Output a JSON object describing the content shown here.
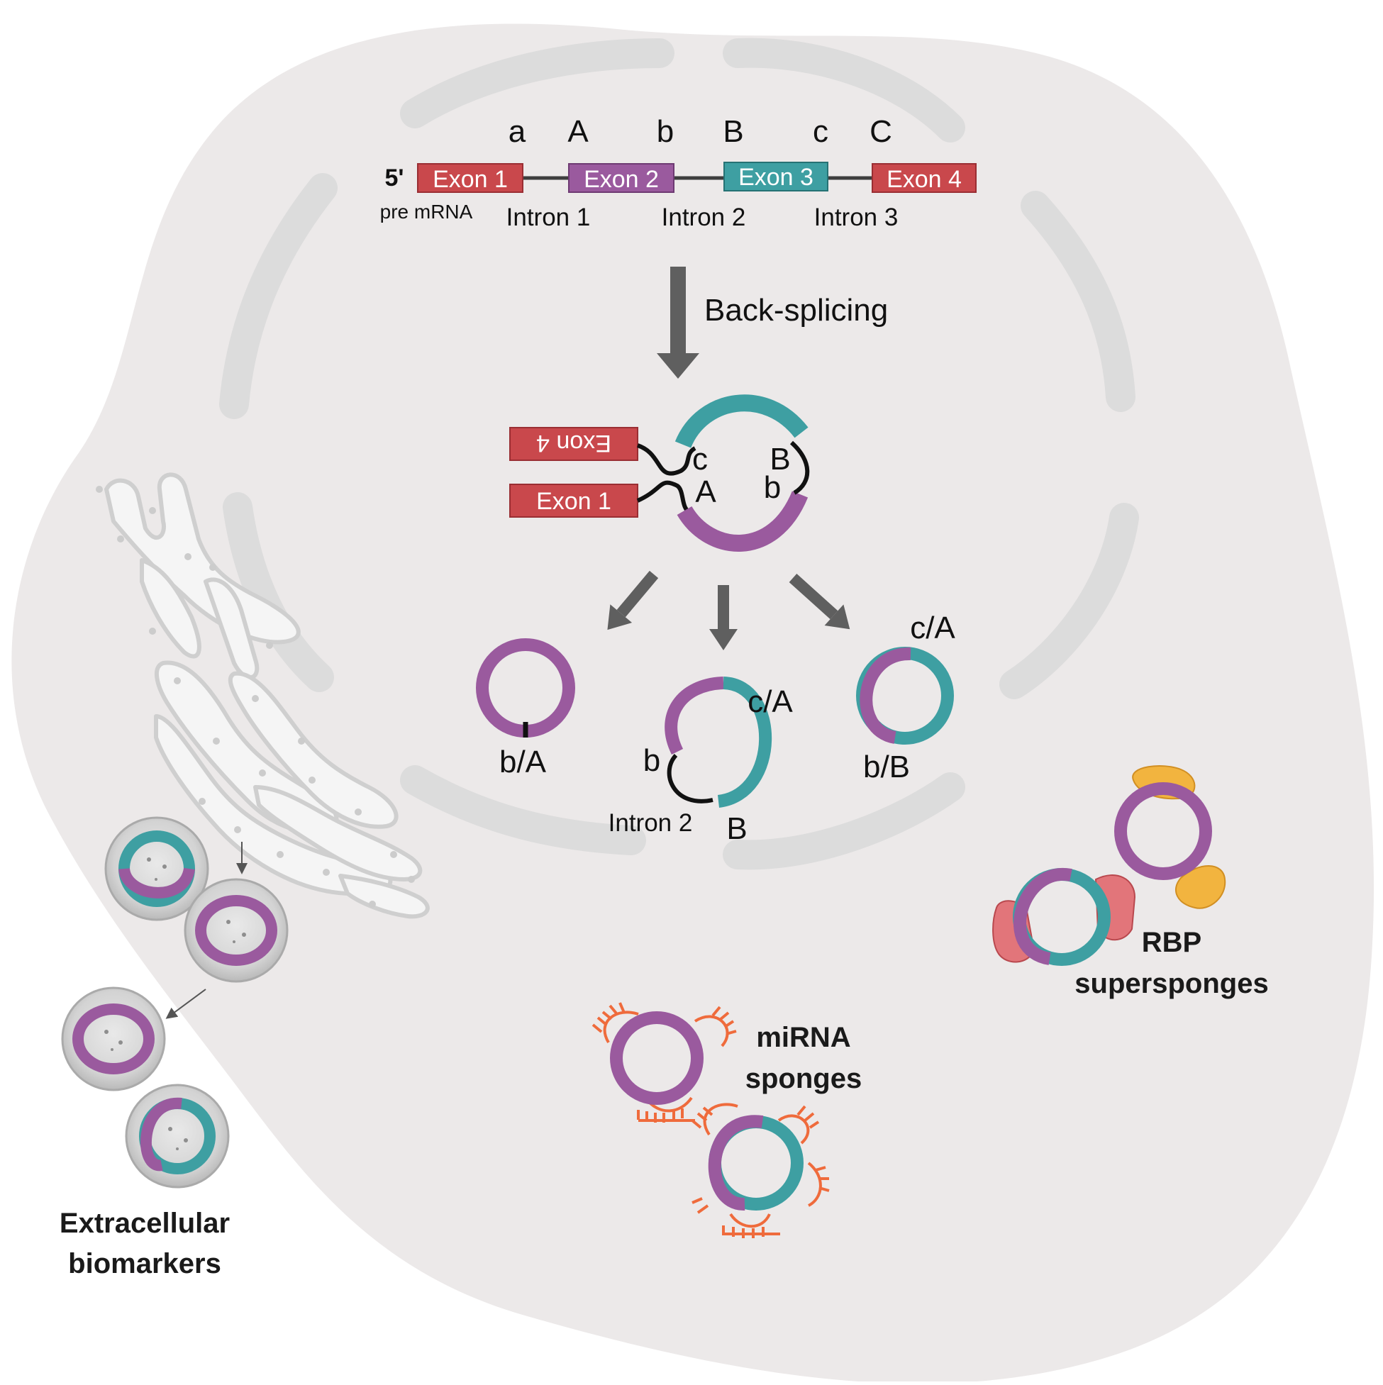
{
  "colors": {
    "cell": "#ece9e9",
    "membrane": "#dcdcdc",
    "exon_red": "#c9484c",
    "exon_purple": "#9a5a9e",
    "exon_teal": "#3e9fa2",
    "arrow": "#5f5f5f",
    "mirna": "#ef6b3c",
    "rbp_red": "#e2757a",
    "rbp_yellow": "#f2b43f"
  },
  "pre_mrna": {
    "five_prime": "5'",
    "label": "pre mRNA",
    "exons": [
      "Exon 1",
      "Exon 2",
      "Exon 3",
      "Exon 4"
    ],
    "introns": [
      "Intron 1",
      "Intron 2",
      "Intron 3"
    ],
    "sites": [
      "a",
      "A",
      "b",
      "B",
      "c",
      "C"
    ]
  },
  "back_splicing": {
    "label": "Back-splicing",
    "exon4": "Exon 4",
    "exon1": "Exon 1",
    "site_c": "c",
    "site_A": "A",
    "site_B": "B",
    "site_b": "b"
  },
  "products": {
    "left_junction": "b/A",
    "middle_top": "c/A",
    "middle_b": "b",
    "middle_B": "B",
    "middle_intron": "Intron 2",
    "right_top": "c/A",
    "right_bottom": "b/B"
  },
  "functions": {
    "mirna_line1": "miRNA",
    "mirna_line2": "sponges",
    "rbp_line1": "RBP",
    "rbp_line2": "supersponges",
    "ev_line1": "Extracellular",
    "ev_line2": "biomarkers"
  }
}
